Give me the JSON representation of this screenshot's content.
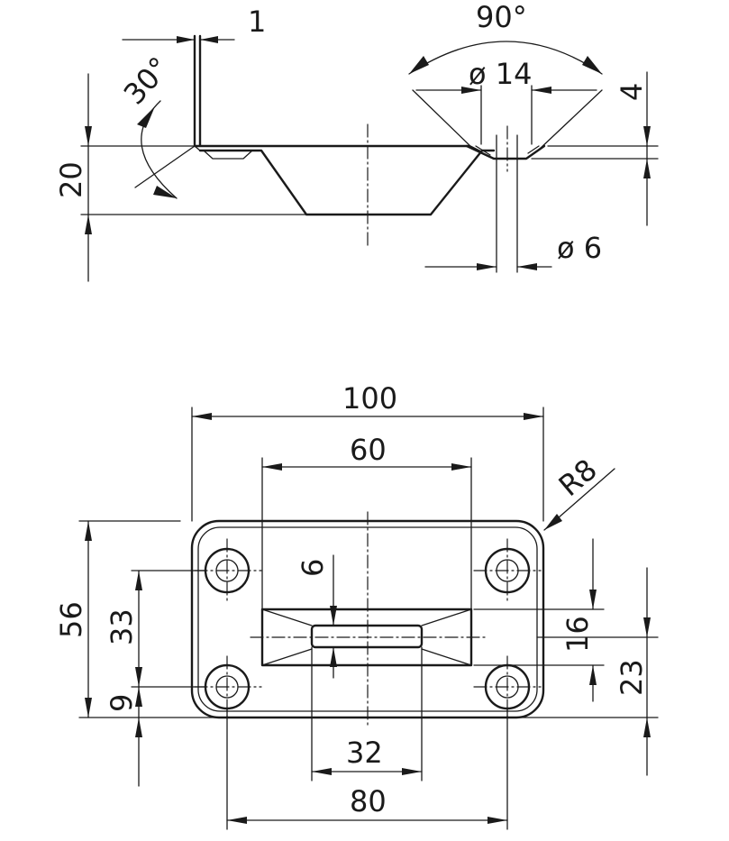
{
  "drawing": {
    "side_view": {
      "sheet_thickness": "1",
      "bend_angle": "30°",
      "height": "20",
      "countersink_angle": "90°",
      "countersink_diameter": "ø 14",
      "countersink_depth": "4",
      "hole_diameter": "ø 6"
    },
    "top_view": {
      "overall_width": "100",
      "recess_width": "60",
      "corner_radius": "R8",
      "overall_height": "56",
      "hole_spacing_vertical": "33",
      "hole_edge_offset": "9",
      "slot_height": "6",
      "recess_height": "16",
      "recess_offset": "23",
      "slot_width": "32",
      "hole_spacing_horizontal": "80"
    }
  }
}
